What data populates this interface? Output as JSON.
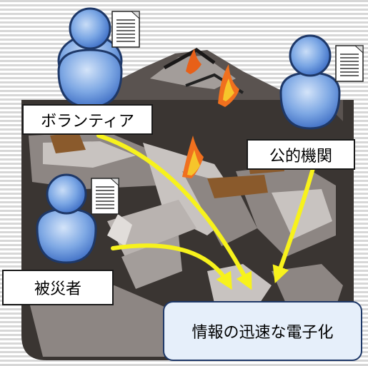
{
  "labels": {
    "volunteer": "ボランティア",
    "public_agency": "公的機関",
    "victim": "被災者",
    "goal": "情報の迅速な電子化"
  },
  "colors": {
    "background_stripe": "#d7d7d7",
    "arrow": "#f7f21c",
    "person_blue": "#6f9ee0",
    "person_outline": "#1e3868",
    "goal_fill": "#e6effa",
    "flame": "#f0701e",
    "rubble_dark": "#3a3532",
    "rubble_mid": "#8d8683",
    "rubble_light": "#c8c3c0",
    "wood": "#8a5a2c"
  },
  "icons": [
    "person-icon",
    "document-icon",
    "disaster-scene",
    "arrow"
  ]
}
